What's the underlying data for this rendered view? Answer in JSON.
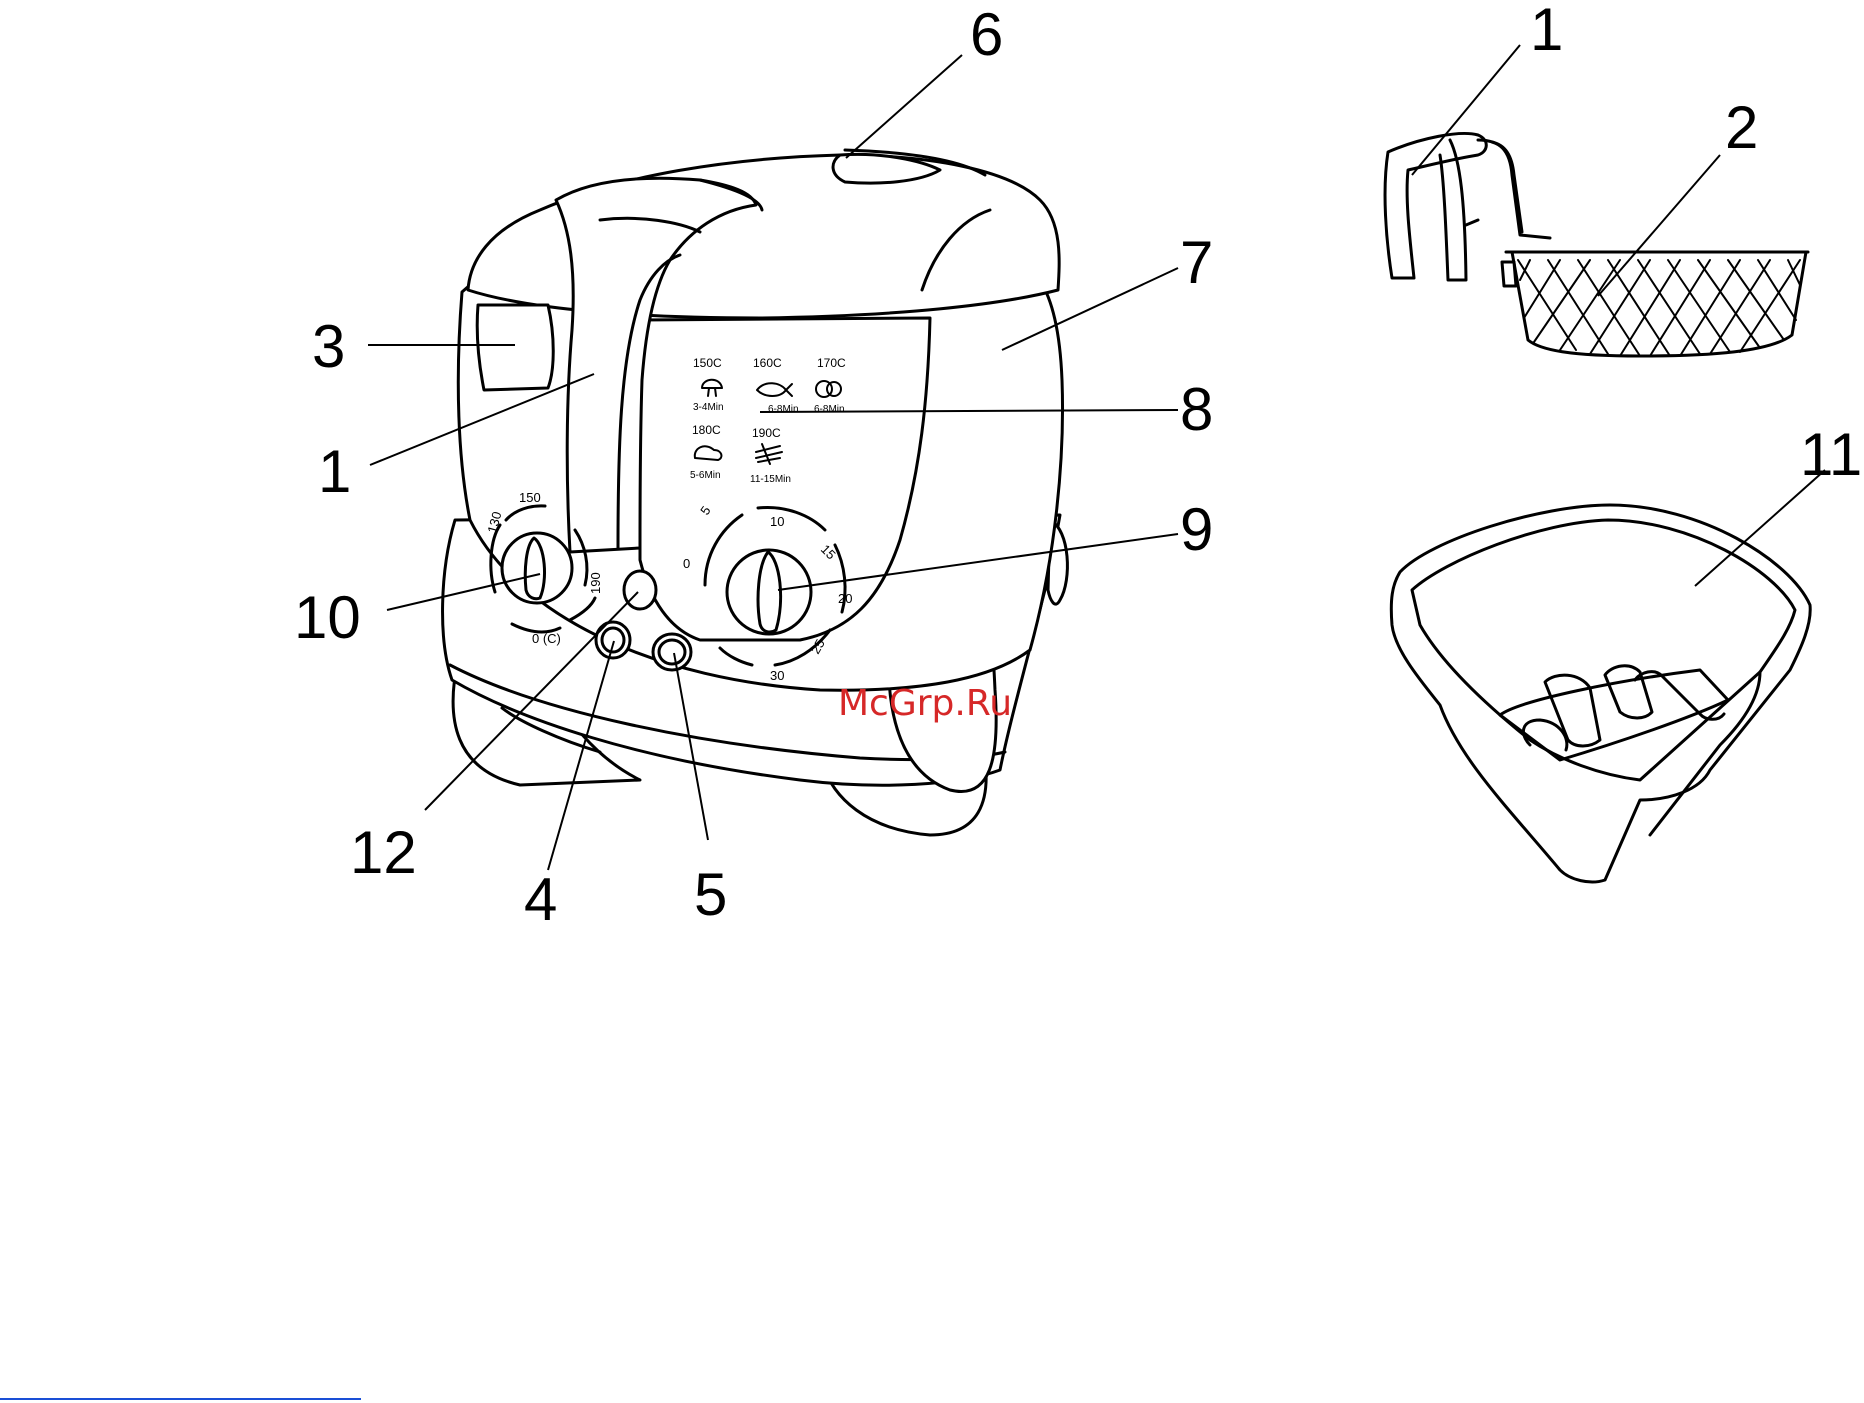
{
  "callouts": {
    "c1_fryer": "1",
    "c3": "3",
    "c6": "6",
    "c7": "7",
    "c8": "8",
    "c9": "9",
    "c10": "10",
    "c12": "12",
    "c4": "4",
    "c5": "5",
    "c1_basket": "1",
    "c2": "2",
    "c11": "11"
  },
  "thermostat_scale": {
    "t130": "130",
    "t150": "150",
    "t190": "190",
    "t0": "0 (C)"
  },
  "timer_scale": {
    "s0": "0",
    "s5": "5",
    "s10": "10",
    "s15": "15",
    "s20": "20",
    "s25": "25",
    "s30": "30"
  },
  "cooking_panel": [
    {
      "temp": "150C",
      "time": "3-4Min",
      "icon": "mushroom-icon"
    },
    {
      "temp": "160C",
      "time": "6-8Min",
      "icon": "fish-icon"
    },
    {
      "temp": "170C",
      "time": "6-8Min",
      "icon": "rings-icon"
    },
    {
      "temp": "180C",
      "time": "5-6Min",
      "icon": "chicken-icon"
    },
    {
      "temp": "190C",
      "time": "11-15Min",
      "icon": "fries-icon"
    }
  ],
  "watermark": "McGrp.Ru",
  "colors": {
    "watermark": "#d62828",
    "link_underline": "#1a4fd6",
    "line": "#000000"
  }
}
